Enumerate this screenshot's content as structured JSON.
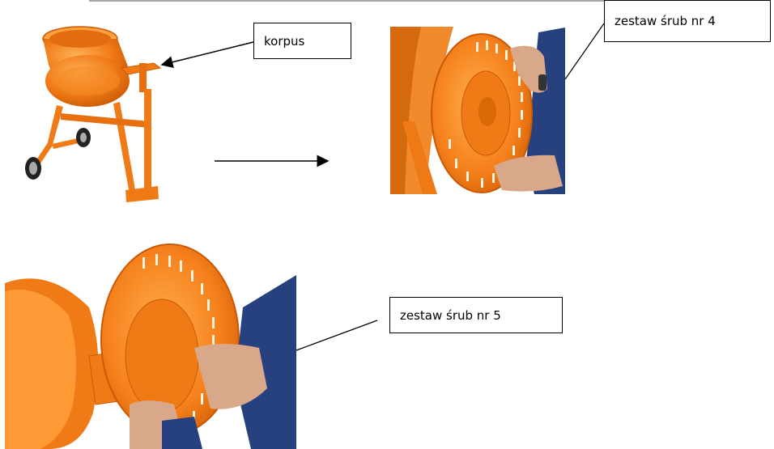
{
  "labels": {
    "korpus": "korpus",
    "screws4": "zestaw śrub nr 4",
    "screws5": "zestaw śrub nr 5"
  },
  "illustrations": {
    "mixer": "concrete-mixer",
    "drum_cover_1": "drum-cover-held-by-hands",
    "drum_cover_2": "drum-cover-attached-to-drum"
  },
  "colors": {
    "orange": "#f07a16",
    "orange_light": "#ffa23e",
    "orange_dark": "#c95a05",
    "sleeve_blue": "#27407e",
    "skin": "#d9a88a"
  }
}
